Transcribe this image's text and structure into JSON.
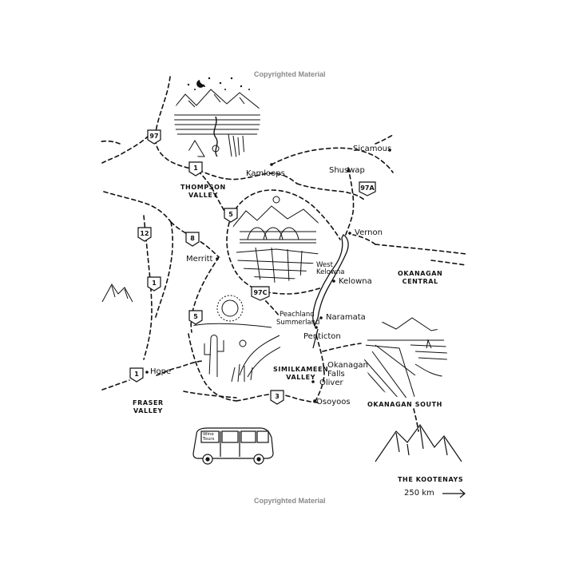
{
  "header": {
    "copyright_top": "Copyrighted Material",
    "copyright_bottom": "Copyrighted Material"
  },
  "places": {
    "sicamous": "Sicamous",
    "shuswap": "Shuswap",
    "kamloops": "Kamloops",
    "vernon": "Vernon",
    "merritt": "Merritt",
    "west_kelowna": "West\nKelowna",
    "kelowna": "Kelowna",
    "peachland": "Peachland",
    "summerland": "Summerland",
    "naramata": "Naramata",
    "penticton": "Penticton",
    "okanagan_falls": "Okanagan\nFalls",
    "oliver": "Oliver",
    "osoyoos": "Osoyoos",
    "hope": "Hope"
  },
  "regions": {
    "thompson_valley": "Thompson\nValley",
    "okanagan_central": "Okanagan\nCentral",
    "similkameen_valley": "Similkameen\nValley",
    "fraser_valley": "Fraser\nValley",
    "okanagan_south": "Okanagan South",
    "kootenays": "The Kootenays",
    "kootenays_distance": "250 km"
  },
  "highways": {
    "h97": "97",
    "h1_north": "1",
    "h97a": "97A",
    "h5_north": "5",
    "h12": "12",
    "h8": "8",
    "h1_mid": "1",
    "h97c": "97C",
    "h5_south": "5",
    "h1_hope": "1",
    "h3": "3"
  },
  "van_sign": "Wine\nTours",
  "icons": {
    "vignette_night": "night-camping-vignette-icon",
    "vignette_bridge": "mountain-bridge-vignette-icon",
    "vignette_desert": "desert-cactus-vignette-icon",
    "vignette_vineyard": "vineyard-lake-vignette-icon",
    "van": "camper-van-icon",
    "mountains_small": "small-mountains-icon",
    "mountains_kootenays": "mountain-range-icon",
    "arrow": "right-arrow-icon"
  },
  "colors": {
    "ink": "#111111",
    "caption": "#8a8a8a",
    "paper": "#ffffff"
  }
}
